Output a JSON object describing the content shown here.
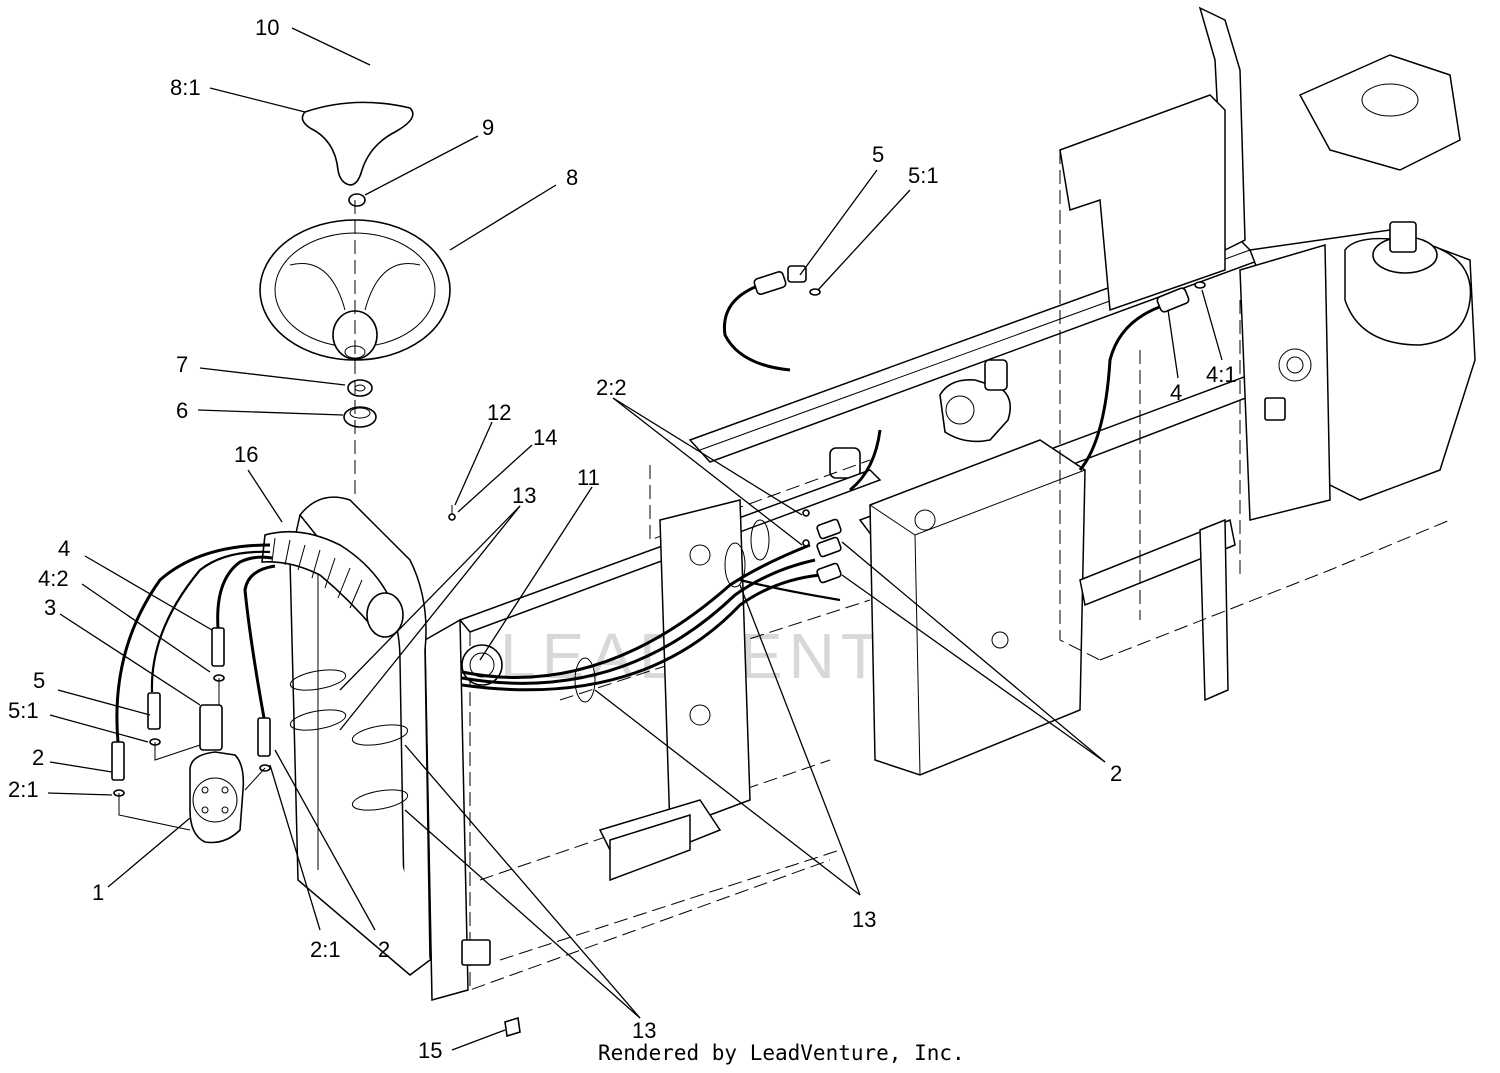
{
  "callouts": {
    "c10": "10",
    "c8_1": "8:1",
    "c9": "9",
    "c8": "8",
    "c7": "7",
    "c6": "6",
    "c16": "16",
    "c12": "12",
    "c14": "14",
    "c13_a": "13",
    "c11": "11",
    "c4_left": "4",
    "c4_2": "4:2",
    "c3": "3",
    "c5_left": "5",
    "c5_1_left": "5:1",
    "c2_left": "2",
    "c2_1_left": "2:1",
    "c1": "1",
    "c2_1_bottom": "2:1",
    "c2_bottom": "2",
    "c13_bottom": "13",
    "c15": "15",
    "c5_top": "5",
    "c5_1_top": "5:1",
    "c2_2": "2:2",
    "c4_right": "4",
    "c4_1": "4:1",
    "c2_right": "2",
    "c13_right": "13"
  },
  "watermark": "LEADVENTURE",
  "footer": "Rendered by LeadVenture, Inc."
}
